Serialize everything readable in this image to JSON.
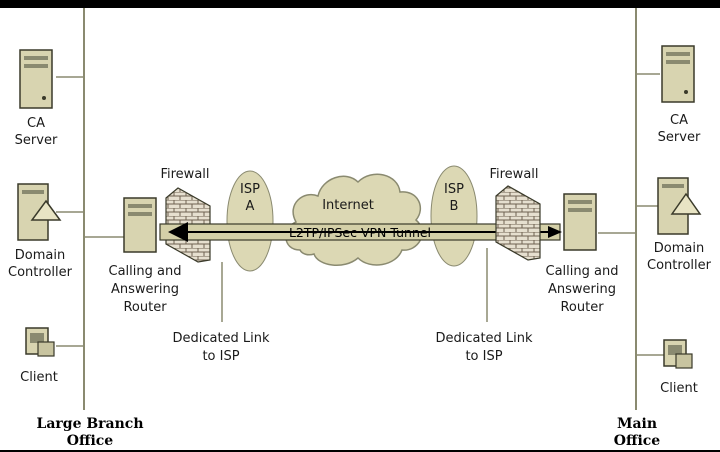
{
  "left_office": {
    "name_line1": "Large Branch",
    "name_line2": "Office",
    "ca_server": [
      "CA",
      "Server"
    ],
    "domain_controller": [
      "Domain",
      "Controller"
    ],
    "client": "Client",
    "router": [
      "Calling and",
      "Answering",
      "Router"
    ],
    "firewall": "Firewall",
    "link": [
      "Dedicated Link",
      "to ISP"
    ],
    "isp": [
      "ISP",
      "A"
    ]
  },
  "right_office": {
    "name_line1": "Main",
    "name_line2": "Office",
    "ca_server": [
      "CA",
      "Server"
    ],
    "domain_controller": [
      "Domain",
      "Controller"
    ],
    "client": "Client",
    "router": [
      "Calling and",
      "Answering",
      "Router"
    ],
    "firewall": "Firewall",
    "link": [
      "Dedicated Link",
      "to ISP"
    ],
    "isp": [
      "ISP",
      "B"
    ]
  },
  "internet": "Internet",
  "tunnel": "L2TP/IPSec VPN Tunnel",
  "colors": {
    "background": "#ffffff",
    "device_fill": "#d8d4b0",
    "device_stroke": "#3a3a2a",
    "cloud_fill": "#dcd8b4",
    "tunnel_fill": "#d4d0a8",
    "line": "#8a8a70",
    "brick": "#8c7c64"
  }
}
